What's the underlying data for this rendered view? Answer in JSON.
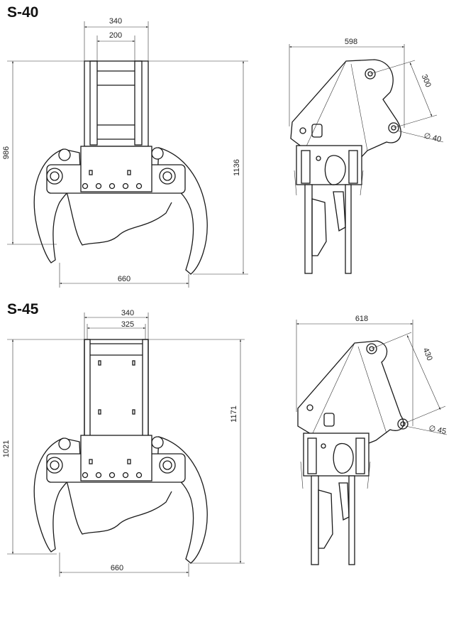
{
  "sections": [
    {
      "model": "S-40",
      "front": {
        "dims": [
          "340",
          "200",
          "986",
          "1136",
          "660"
        ]
      },
      "side": {
        "dims": [
          "598",
          "300",
          "∅ 40"
        ]
      }
    },
    {
      "model": "S-45",
      "front": {
        "dims": [
          "340",
          "325",
          "1021",
          "1171",
          "660"
        ]
      },
      "side": {
        "dims": [
          "618",
          "430",
          "∅ 45"
        ]
      }
    }
  ]
}
